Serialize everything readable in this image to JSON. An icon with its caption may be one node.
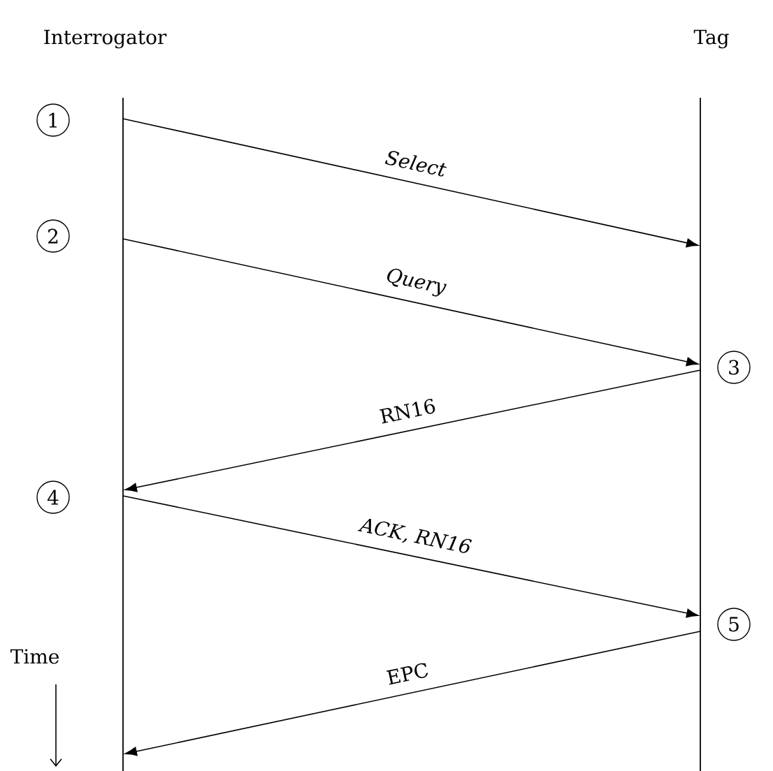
{
  "diagram": {
    "nodes": [
      {
        "text": [
          "Interrogator"
        ]
      },
      {
        "text": [
          "Tag"
        ]
      },
      {
        "text": [],
        "shape": "line"
      },
      {
        "text": [],
        "shape": "line"
      }
    ],
    "edges": [
      {
        "from": 2,
        "to": 3,
        "arrow": "to",
        "label": "Select"
      },
      {
        "from": 2,
        "to": 3,
        "arrow": "to",
        "label": "Query"
      },
      {
        "from": 3,
        "to": 2,
        "arrow": "to",
        "label": "RN16"
      },
      {
        "from": 2,
        "to": 3,
        "arrow": "to",
        "label": "ACK, RN16"
      },
      {
        "from": 3,
        "to": 2,
        "arrow": "to",
        "label": "EPC"
      }
    ],
    "labels": [
      "1",
      "2",
      "3",
      "4",
      "5",
      "Time"
    ]
  }
}
